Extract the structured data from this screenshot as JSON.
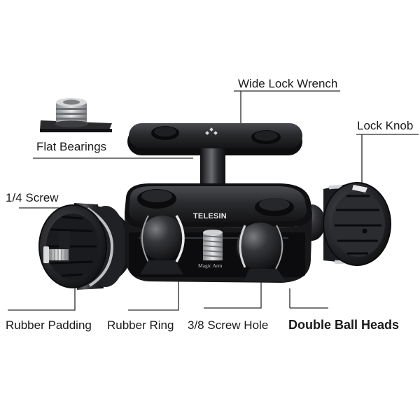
{
  "labels": {
    "wide_lock_wrench": "Wide Lock Wrench",
    "lock_knob": "Lock Knob",
    "flat_bearings": "Flat Bearings",
    "quarter_screw": "1/4 Screw",
    "rubber_padding": "Rubber Padding",
    "rubber_ring": "Rubber Ring",
    "screw_hole": "3/8 Screw Hole",
    "double_ball_heads": "Double Ball Heads"
  },
  "product": {
    "brand": "TELESIN",
    "model": "Magic Arm"
  },
  "colors": {
    "background": "#ffffff",
    "metal_dark": "#1e1e20",
    "metal_mid": "#3a3b3e",
    "metal_light": "#8a8c90",
    "leader_line": "#2a2a2a"
  }
}
